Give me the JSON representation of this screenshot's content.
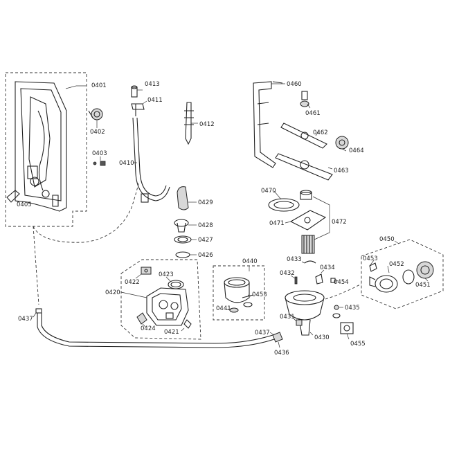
{
  "labels": {
    "l0401": "0401",
    "l0402": "0402",
    "l0403": "0403",
    "l0405": "0405",
    "l0410": "0410",
    "l0411": "0411",
    "l0412": "0412",
    "l0413": "0413",
    "l0420": "0420",
    "l0421": "0421",
    "l0422": "0422",
    "l0423": "0423",
    "l0424": "0424",
    "l0426": "0426",
    "l0427": "0427",
    "l0428": "0428",
    "l0429": "0429",
    "l0430": "0430",
    "l0431": "0431",
    "l0432": "0432",
    "l0433": "0433",
    "l0434": "0434",
    "l0435": "0435",
    "l0436": "0436",
    "l0437a": "0437",
    "l0437b": "0437",
    "l0440": "0440",
    "l0441": "0441",
    "l0450": "0450",
    "l0451": "0451",
    "l0452": "0452",
    "l0453a": "0453",
    "l0453b": "0453",
    "l0454": "0454",
    "l0455": "0455",
    "l0460": "0460",
    "l0461": "0461",
    "l0462": "0462",
    "l0463": "0463",
    "l0464": "0464",
    "l0470": "0470",
    "l0471": "0471",
    "l0472": "0472"
  }
}
